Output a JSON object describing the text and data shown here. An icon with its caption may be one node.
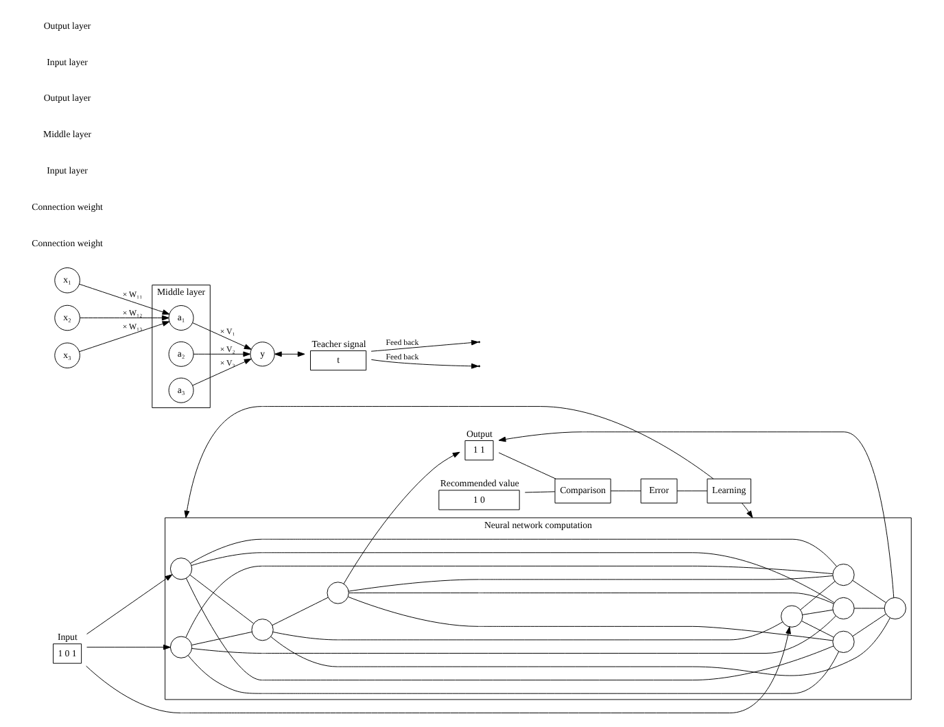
{
  "diagram": {
    "nodes": [
      {
        "text": [
          "Neural network computation"
        ]
      },
      {
        "text": [],
        "shape": "circle",
        "in": 0
      },
      {
        "text": [],
        "shape": "circle",
        "in": 0
      },
      {
        "text": [],
        "shape": "circle",
        "in": 0
      },
      {
        "text": [],
        "shape": "circle",
        "in": 0
      },
      {
        "text": [],
        "shape": "circle",
        "in": 0
      },
      {
        "text": [],
        "shape": "circle",
        "in": 0
      },
      {
        "text": [],
        "shape": "circle",
        "in": 0
      },
      {
        "text": [],
        "shape": "circle",
        "in": 0
      },
      {
        "text": [],
        "shape": "circle",
        "in": 0
      },
      {
        "text": [
          "Input",
          "1 0 1"
        ]
      },
      {
        "text": [
          "Output",
          "1 1"
        ]
      },
      {
        "text": [
          "Recommended value",
          "1 0"
        ]
      },
      {
        "text": [
          "Comparison"
        ]
      },
      {
        "text": [
          "Error"
        ]
      },
      {
        "text": [
          "Learning"
        ]
      },
      {
        "text": [
          "x₁"
        ]
      },
      {
        "text": [
          "x₂"
        ]
      },
      {
        "text": [
          "x₃"
        ]
      },
      {
        "text": [
          "Middle layer"
        ]
      },
      {
        "text": [
          "a₁"
        ],
        "in": 19
      },
      {
        "text": [
          "a₂"
        ],
        "in": 19
      },
      {
        "text": [
          "a₃"
        ],
        "in": 19
      },
      {
        "text": [
          "y"
        ]
      },
      {
        "text": [
          "Teacher signal",
          "t"
        ]
      }
    ],
    "edges": [
      {
        "from": 10,
        "to": 1,
        "arrow": "to"
      },
      {
        "from": 10,
        "to": 2,
        "arrow": "to"
      },
      {
        "from": 10,
        "to": 3,
        "arrow": "to"
      },
      {
        "from": 1,
        "to": 4,
        "arrow": "none"
      },
      {
        "from": 1,
        "to": 5,
        "arrow": "none"
      },
      {
        "from": 1,
        "to": 6,
        "arrow": "none"
      },
      {
        "from": 1,
        "to": 7,
        "arrow": "none"
      },
      {
        "from": 2,
        "to": 4,
        "arrow": "none"
      },
      {
        "from": 2,
        "to": 5,
        "arrow": "none"
      },
      {
        "from": 2,
        "to": 6,
        "arrow": "none"
      },
      {
        "from": 2,
        "to": 7,
        "arrow": "none"
      },
      {
        "from": 3,
        "to": 4,
        "arrow": "none"
      },
      {
        "from": 3,
        "to": 5,
        "arrow": "none"
      },
      {
        "from": 3,
        "to": 6,
        "arrow": "none"
      },
      {
        "from": 3,
        "to": 7,
        "arrow": "none"
      },
      {
        "from": 4,
        "to": 8,
        "arrow": "none"
      },
      {
        "from": 4,
        "to": 9,
        "arrow": "none"
      },
      {
        "from": 5,
        "to": 8,
        "arrow": "none"
      },
      {
        "from": 5,
        "to": 9,
        "arrow": "none"
      },
      {
        "from": 6,
        "to": 8,
        "arrow": "none"
      },
      {
        "from": 6,
        "to": 9,
        "arrow": "none"
      },
      {
        "from": 7,
        "to": 8,
        "arrow": "none"
      },
      {
        "from": 7,
        "to": 9,
        "arrow": "none"
      },
      {
        "from": 8,
        "to": 11,
        "arrow": "to"
      },
      {
        "from": 9,
        "to": 11,
        "arrow": "to"
      },
      {
        "from": 11,
        "to": 13,
        "arrow": "none"
      },
      {
        "from": 12,
        "to": 13,
        "arrow": "none"
      },
      {
        "from": 13,
        "to": 14,
        "arrow": "none"
      },
      {
        "from": 14,
        "to": 15,
        "arrow": "none"
      },
      {
        "from": 15,
        "to": 0,
        "arrow": "to"
      },
      {
        "from": 15,
        "to": 0,
        "arrow": "to"
      },
      {
        "from": 16,
        "to": 20,
        "label": "× W₁₁",
        "arrow": "to"
      },
      {
        "from": 17,
        "to": 20,
        "label": "× W₁₂",
        "arrow": "to"
      },
      {
        "from": 18,
        "to": 20,
        "label": "× W₁₃",
        "arrow": "to"
      },
      {
        "from": 20,
        "to": 23,
        "label": "× V₁",
        "arrow": "to"
      },
      {
        "from": 21,
        "to": 23,
        "label": "× V₂",
        "arrow": "to"
      },
      {
        "from": 22,
        "to": 23,
        "label": "× V₃",
        "arrow": "to"
      },
      {
        "from": 23,
        "to": 24,
        "arrow": "both"
      },
      {
        "from": 24,
        "to": null,
        "label": "Feed back",
        "arrow": "to"
      },
      {
        "from": 24,
        "to": null,
        "label": "Feed back",
        "arrow": "to"
      }
    ],
    "labels": [
      "Connection weight",
      "Connection weight",
      "Input layer",
      "Middle layer",
      "Output layer",
      "Input layer",
      "Output layer"
    ]
  }
}
